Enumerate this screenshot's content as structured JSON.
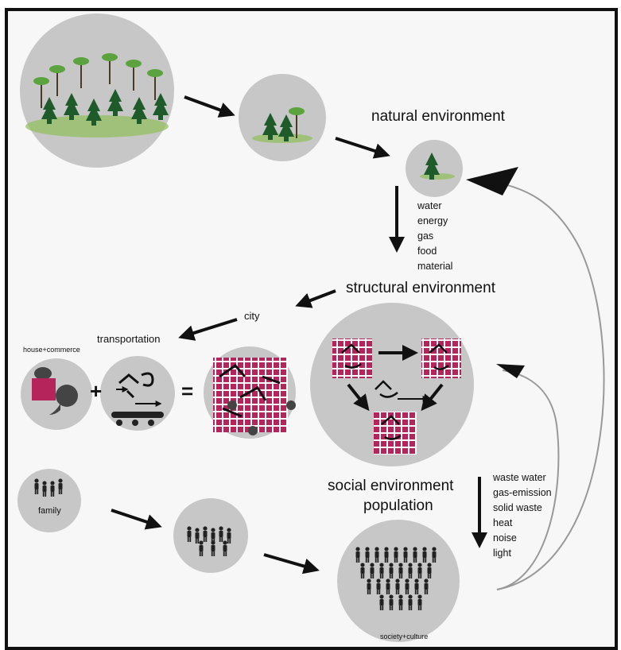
{
  "labels": {
    "natural_environment": "natural environment",
    "structural_environment": "structural environment",
    "city": "city",
    "transportation": "transportation",
    "house_commerce": "house+commerce",
    "social_environment": "social environment",
    "population": "population",
    "family": "family",
    "society_culture": "society+culture",
    "plus": "+",
    "equals": "="
  },
  "inputs": [
    "water",
    "energy",
    "gas",
    "food",
    "material"
  ],
  "outputs": [
    "waste water",
    "gas-emission",
    "solid waste",
    "heat",
    "noise",
    "light"
  ],
  "colors": {
    "circle": "#c7c7c7",
    "building": "#b5245a",
    "tree_dark": "#1f5a2a",
    "tree_light": "#5aa33e",
    "arrow": "#111111",
    "feedback_arrow": "#999999"
  }
}
